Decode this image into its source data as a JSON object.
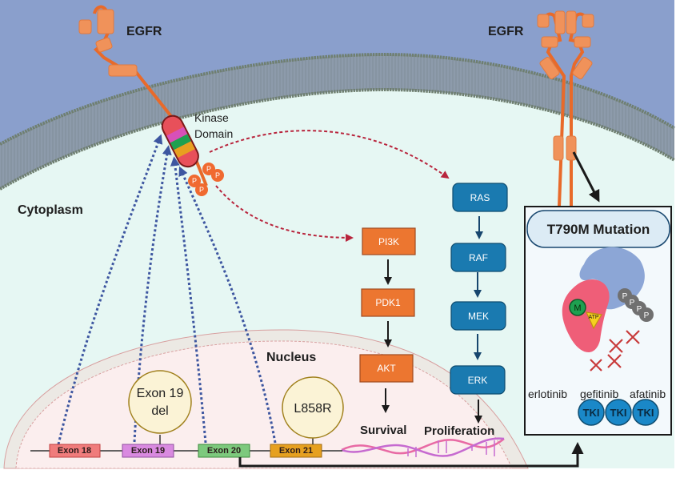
{
  "labels": {
    "egfr_left": "EGFR",
    "egfr_right": "EGFR",
    "kinase_domain_line1": "Kinase",
    "kinase_domain_line2": "Domain",
    "cytoplasm": "Cytoplasm",
    "nucleus": "Nucleus",
    "survival": "Survival",
    "proliferation": "Proliferation",
    "phospho": "P"
  },
  "pi3k_pathway": [
    {
      "label": "PI3K"
    },
    {
      "label": "PDK1"
    },
    {
      "label": "AKT"
    }
  ],
  "mapk_pathway": [
    {
      "label": "RAS"
    },
    {
      "label": "RAF"
    },
    {
      "label": "MEK"
    },
    {
      "label": "ERK"
    }
  ],
  "exons": [
    {
      "label": "Exon 18",
      "color": "#f07c7c"
    },
    {
      "label": "Exon 19",
      "color": "#d98ae0"
    },
    {
      "label": "Exon 20",
      "color": "#7dc97d"
    },
    {
      "label": "Exon 21",
      "color": "#e6a020"
    }
  ],
  "mutations": [
    {
      "line1": "Exon 19",
      "line2": "del"
    },
    {
      "line1": "L858R",
      "line2": ""
    }
  ],
  "t790m_panel": {
    "title": "T790M Mutation",
    "methionine": "M",
    "atp": "ATP",
    "phosphates": [
      "P",
      "P",
      "P",
      "P"
    ],
    "drugs": [
      "erlotinib",
      "gefitinib",
      "afatinib"
    ],
    "tki": [
      "TKI",
      "TKI",
      "TKI"
    ]
  },
  "colors": {
    "extracellular": "#8a9fcc",
    "cytoplasm": "#e6f7f3",
    "nucleus": "#fbeeee",
    "receptor": "#e86a2a",
    "pi3k_box": "#ec7630",
    "mapk_box": "#1a7ab0",
    "dotted_blue": "#3d56a0",
    "dotted_red": "#b8243c"
  }
}
